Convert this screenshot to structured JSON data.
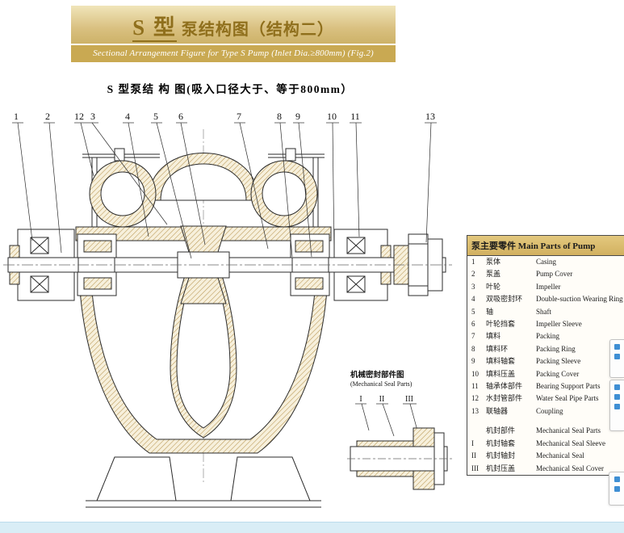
{
  "banner": {
    "title_prefix": "S 型",
    "title_suffix": " 泵结构图（结构二）",
    "subtitle": "Sectional Arrangement Figure for Type S Pump (Inlet Dia.≥800mm) (Fig.2)"
  },
  "figure_title": "S 型泵结 构 图(吸入口径大于、等于800mm）",
  "diagram": {
    "callouts": [
      {
        "label": "1"
      },
      {
        "label": "2"
      },
      {
        "label": "12"
      },
      {
        "label": "3"
      },
      {
        "label": "4"
      },
      {
        "label": "5"
      },
      {
        "label": "6"
      },
      {
        "label": "7"
      },
      {
        "label": "8"
      },
      {
        "label": "9"
      },
      {
        "label": "10"
      },
      {
        "label": "11"
      },
      {
        "label": "13"
      }
    ],
    "inset": {
      "label_cn": "机械密封部件图",
      "label_en": "(Mechanical Seal Parts)",
      "callouts": [
        {
          "label": "I"
        },
        {
          "label": "II"
        },
        {
          "label": "III"
        }
      ]
    }
  },
  "parts_table": {
    "header": "泵主要零件 Main Parts of Pump",
    "rows": [
      {
        "num": "1",
        "cn": "泵体",
        "en": "Casing"
      },
      {
        "num": "2",
        "cn": "泵盖",
        "en": "Pump Cover"
      },
      {
        "num": "3",
        "cn": "叶轮",
        "en": "Impeller"
      },
      {
        "num": "4",
        "cn": "双吸密封环",
        "en": "Double-suction Wearing Ring"
      },
      {
        "num": "5",
        "cn": "轴",
        "en": "Shaft"
      },
      {
        "num": "6",
        "cn": "叶轮挡套",
        "en": "Impeller Sleeve"
      },
      {
        "num": "7",
        "cn": "填料",
        "en": "Packing"
      },
      {
        "num": "8",
        "cn": "填料环",
        "en": "Packing Ring"
      },
      {
        "num": "9",
        "cn": "填料轴套",
        "en": "Packing Sleeve"
      },
      {
        "num": "10",
        "cn": "填料压盖",
        "en": "Packing Cover"
      },
      {
        "num": "11",
        "cn": "轴承体部件",
        "en": "Bearing Support Parts"
      },
      {
        "num": "12",
        "cn": "水封管部件",
        "en": "Water Seal Pipe Parts"
      },
      {
        "num": "13",
        "cn": "联轴器",
        "en": "Coupling"
      }
    ],
    "seal_rows": [
      {
        "num": "",
        "cn": "机封部件",
        "en": "Mechanical Seal Parts"
      },
      {
        "num": "I",
        "cn": "机封轴套",
        "en": "Mechanical Seal Sleeve"
      },
      {
        "num": "II",
        "cn": "机封轴封",
        "en": "Mechanical Seal"
      },
      {
        "num": "III",
        "cn": "机封压盖",
        "en": "Mechanical Seal Cover"
      }
    ]
  }
}
